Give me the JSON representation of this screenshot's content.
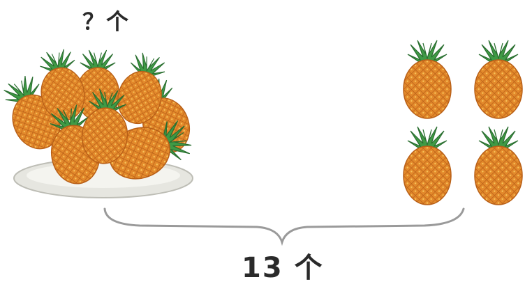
{
  "labels": {
    "unknown_count": "？个",
    "total_count": "13 个"
  },
  "icons": {
    "plate": "pineapple-pile-on-plate-icon",
    "single": "pineapple-icon",
    "brace": "curly-brace-icon"
  },
  "groups": {
    "plate_group": {
      "count_text": "？个"
    },
    "right_group": {
      "count": 4
    }
  },
  "colors": {
    "pineapple_body": "#e3892b",
    "pineapple_dark": "#b85f17",
    "leaf": "#3f9a45",
    "leaf_dark": "#2a6e30",
    "plate": "#e6e6e0",
    "brace": "#9a9a9a"
  }
}
